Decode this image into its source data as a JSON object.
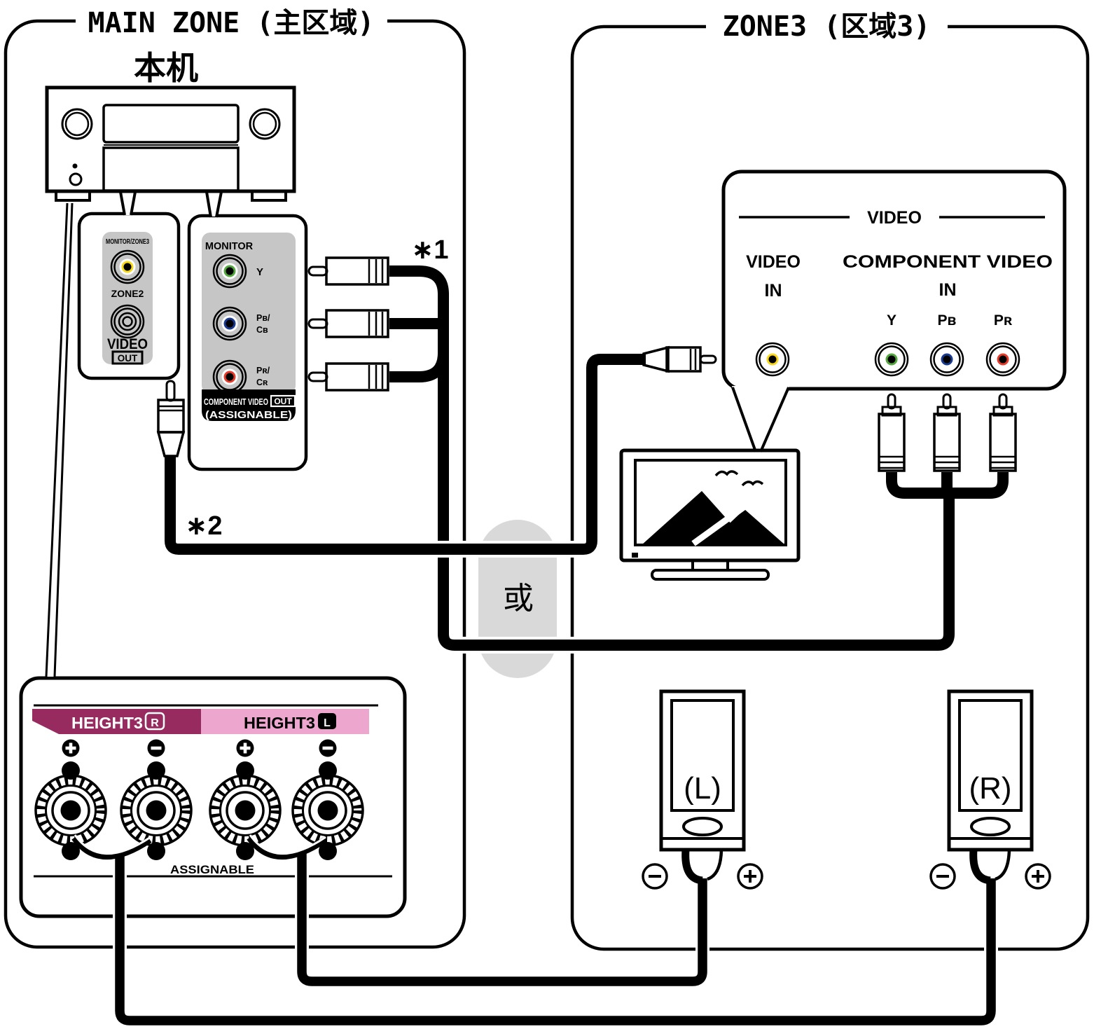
{
  "colors": {
    "yellow": "#F8D81C",
    "green": "#54A83F",
    "blue": "#1A3A90",
    "red": "#E53B2A",
    "panel_gray": "#C6C6C6",
    "or_gray": "#D9D9D9",
    "band_dark": "#972B60",
    "band_pink": "#EDA6CE",
    "post_red": "#EF3B2D"
  },
  "zones": {
    "main_title": "MAIN ZONE (主区域)",
    "zone3_title": "ZONE3 (区域3)"
  },
  "receiver": {
    "label": "本机"
  },
  "video_out_panel": {
    "top_jack": "MONITOR/ZONE3",
    "bottom_jack": "ZONE2",
    "label": "VIDEO",
    "badge": "OUT"
  },
  "component_out_panel": {
    "header": "MONITOR",
    "y": "Y",
    "pb": "Pʙ/",
    "cb": "Cʙ",
    "pr": "Pʀ/",
    "cr": "Cʀ",
    "footer": "COMPONENT VIDEO",
    "badge": "OUT",
    "assignable": "(ASSIGNABLE)"
  },
  "notes": {
    "n1": "∗1",
    "n2": "∗2",
    "or": "或"
  },
  "zone3_panel": {
    "header": "VIDEO",
    "video_label": "VIDEO",
    "video_in": "IN",
    "component_label": "COMPONENT VIDEO",
    "component_in": "IN",
    "y": "Y",
    "pb": "Pʙ",
    "pr": "Pʀ"
  },
  "speaker_panel": {
    "right": "HEIGHT3",
    "right_badge": "R",
    "left": "HEIGHT3",
    "left_badge": "L",
    "assignable": "ASSIGNABLE"
  },
  "speakers": {
    "left": "(L)",
    "right": "(R)"
  }
}
